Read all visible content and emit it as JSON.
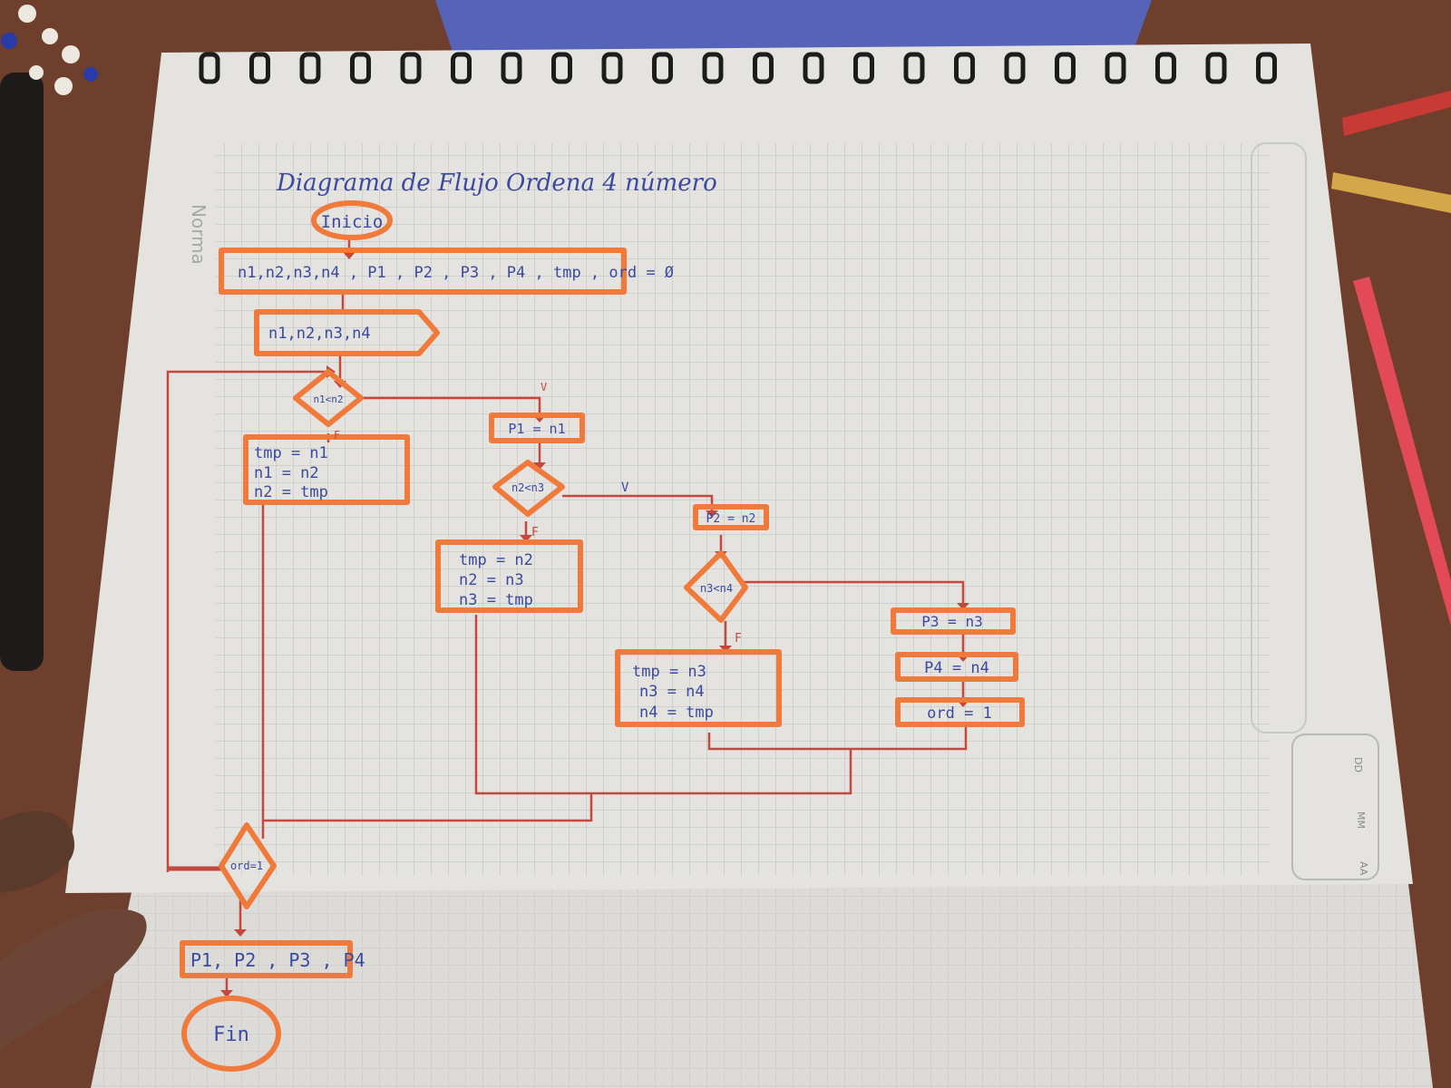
{
  "notebook": {
    "brand": "Norma",
    "date_labels": [
      "DD",
      "MM",
      "AA"
    ]
  },
  "diagram": {
    "title": "Diagrama de Flujo Ordena 4 número",
    "start": "Inicio",
    "init": "n1,n2,n3,n4 , P1 , P2 , P3 , P4 , tmp , ord = Ø",
    "input": "n1,n2,n3,n4",
    "cond1": "n1<n2",
    "cond1_true": "V",
    "cond1_false": "F",
    "swap1": [
      "tmp = n1",
      "n1 = n2",
      "n2 = tmp"
    ],
    "assign_p1": "P1 = n1",
    "cond2": "n2<n3",
    "cond2_true": "V",
    "cond2_false": "F",
    "swap2": [
      "tmp = n2",
      "n2 = n3",
      "n3 = tmp"
    ],
    "assign_p2": "P2 = n2",
    "cond3": "n3<n4",
    "cond3_false": "F",
    "swap3": [
      "tmp = n3",
      "n3 = n4",
      "n4 = tmp"
    ],
    "assign_p3": "P3 = n3",
    "assign_p4": "P4 = n4",
    "assign_ord": "ord = 1",
    "cond4": "ord=1",
    "output": "P1, P2 , P3 , P4",
    "end": "Fin"
  },
  "colors": {
    "background": "#6e3f2c",
    "paper": "#e4e3df",
    "grid": "#bcbcbc",
    "highlighter": "#f07a3c",
    "pen_red": "#c4483e",
    "ink_blue": "#3a4aa0",
    "spiral": "#1c1c1c",
    "notebook_cover": "#5563b8"
  }
}
